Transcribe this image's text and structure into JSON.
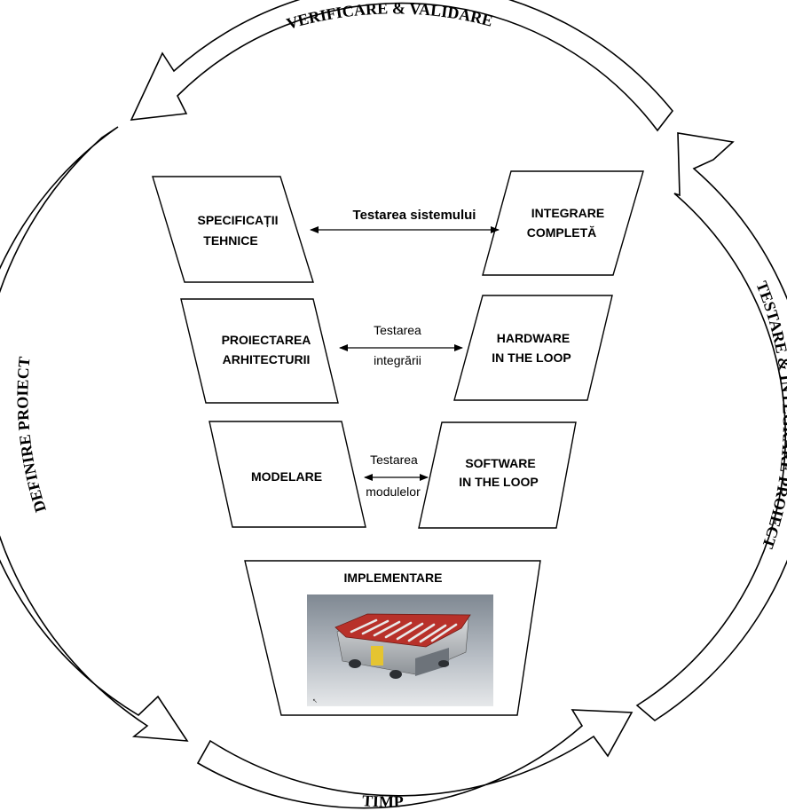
{
  "cycle": {
    "top": "VERIFICARE & VALIDARE",
    "left": "DEFINIRE PROIECT",
    "right": "TESTARE & INTEGRARE PROIECT",
    "bottom": "TIMP"
  },
  "left_boxes": {
    "specificatii_line1": "SPECIFICAȚII",
    "specificatii_line2": "TEHNICE",
    "proiectarea_line1": "PROIECTAREA",
    "proiectarea_line2": "ARHITECTURII",
    "modelare": "MODELARE"
  },
  "right_boxes": {
    "integrare_line1": "INTEGRARE",
    "integrare_line2": "COMPLETĂ",
    "hil_line1": "HARDWARE",
    "hil_line2": "IN THE LOOP",
    "sil_line1": "SOFTWARE",
    "sil_line2": "IN THE LOOP"
  },
  "connectors": {
    "system_test": "Testarea sistemului",
    "integration_line1": "Testarea",
    "integration_line2": "integrării",
    "module_line1": "Testarea",
    "module_line2": "modulelor"
  },
  "implementation": {
    "title": "IMPLEMENTARE"
  },
  "colors": {
    "stroke": "#000000",
    "fill": "#ffffff",
    "vehicle_top": "#b8312a",
    "render_bg": "#9aa2ab"
  }
}
